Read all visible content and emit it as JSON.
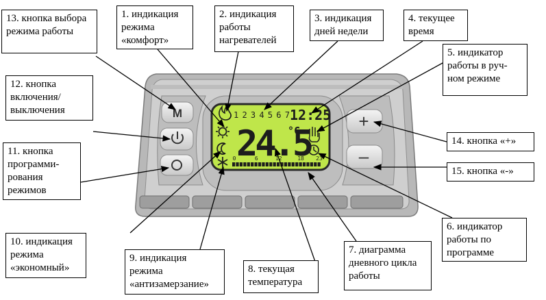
{
  "callouts": {
    "c1": "1. индикация режима «комфорт»",
    "c2": "2. индикация работы нагревателей",
    "c3": "3. индикация дней недели",
    "c4": "4. текущее время",
    "c5": "5. индикатор работы в руч-ном режиме",
    "c6": "6. индикатор работы по программе",
    "c7": "7. диаграмма дневного цикла работы",
    "c8": "8. текущая температура",
    "c9": "9. индикация режима «антизамерзание»",
    "c10": "10. индикация режима «экономный»",
    "c11": "11. кнопка программи-рования режимов",
    "c12": "12. кнопка включения/ выключения",
    "c13": "13. кнопка выбора режима работы",
    "c14": "14. кнопка «+»",
    "c15": "15. кнопка «-»"
  },
  "display": {
    "days": "1 2 3 4 5 6 7",
    "time": "12:25",
    "temperature": "24.5",
    "degree_unit": "°C",
    "hour_marks": [
      "0",
      "6",
      "12",
      "18",
      "23"
    ]
  },
  "buttons": {
    "mode_label": "M",
    "plus_label": "+",
    "minus_label": "–"
  },
  "colors": {
    "lcd_background": "#bfe64a",
    "device_body": "#b4b4b4",
    "device_inner": "#d6d6d6"
  }
}
